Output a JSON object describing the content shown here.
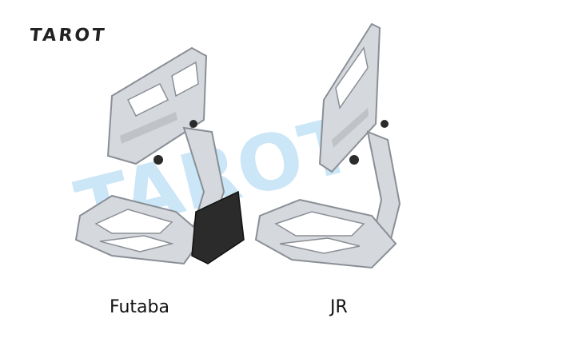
{
  "brand": {
    "logo_text": "TAROT",
    "watermark_text": "TAROT"
  },
  "products": [
    {
      "label": "Futaba"
    },
    {
      "label": "JR"
    }
  ],
  "colors": {
    "logo": "#222222",
    "watermark": "#9fd2f0",
    "metal": "#d5d8dc",
    "metal_edge": "#8a8f96",
    "dark_part": "#2b2b2b"
  }
}
